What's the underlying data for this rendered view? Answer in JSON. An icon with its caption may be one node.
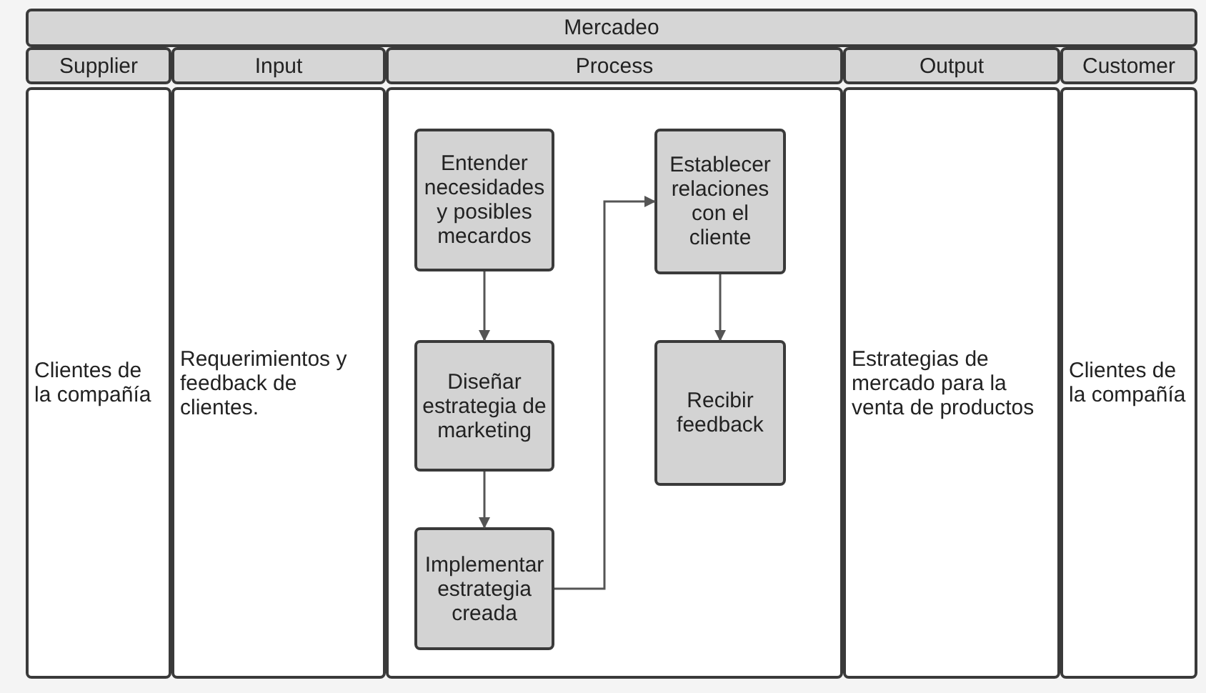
{
  "diagram": {
    "nodes": [
      {
        "text": [
          "Mercadeo"
        ]
      },
      {
        "text": [
          "Supplier"
        ]
      },
      {
        "text": [
          "Input"
        ]
      },
      {
        "text": [
          "Process"
        ]
      },
      {
        "text": [
          "Output"
        ]
      },
      {
        "text": [
          "Customer"
        ]
      },
      {
        "text": [
          "Clientes de la compañía"
        ]
      },
      {
        "text": [
          "Requerimientos y feedback de clientes."
        ]
      },
      {
        "text": [],
        "shape": "box"
      },
      {
        "text": [
          "Entender necesidades y posibles mecardos"
        ],
        "in": 8
      },
      {
        "text": [
          "Diseñar estrategia de marketing"
        ],
        "in": 8
      },
      {
        "text": [
          "Implementar estrategia creada"
        ],
        "in": 8
      },
      {
        "text": [
          "Establecer relaciones con el cliente"
        ],
        "in": 8
      },
      {
        "text": [
          "Recibir feedback"
        ],
        "in": 8
      },
      {
        "text": [
          "Estrategias de mercado para la venta de productos"
        ]
      },
      {
        "text": [
          "Clientes de la compañía"
        ]
      }
    ],
    "edges": [
      {
        "from": 9,
        "to": 10,
        "arrow": "to"
      },
      {
        "from": 10,
        "to": 11,
        "arrow": "to"
      },
      {
        "from": 11,
        "to": 12,
        "arrow": "to"
      },
      {
        "from": 12,
        "to": 13,
        "arrow": "to"
      }
    ]
  }
}
